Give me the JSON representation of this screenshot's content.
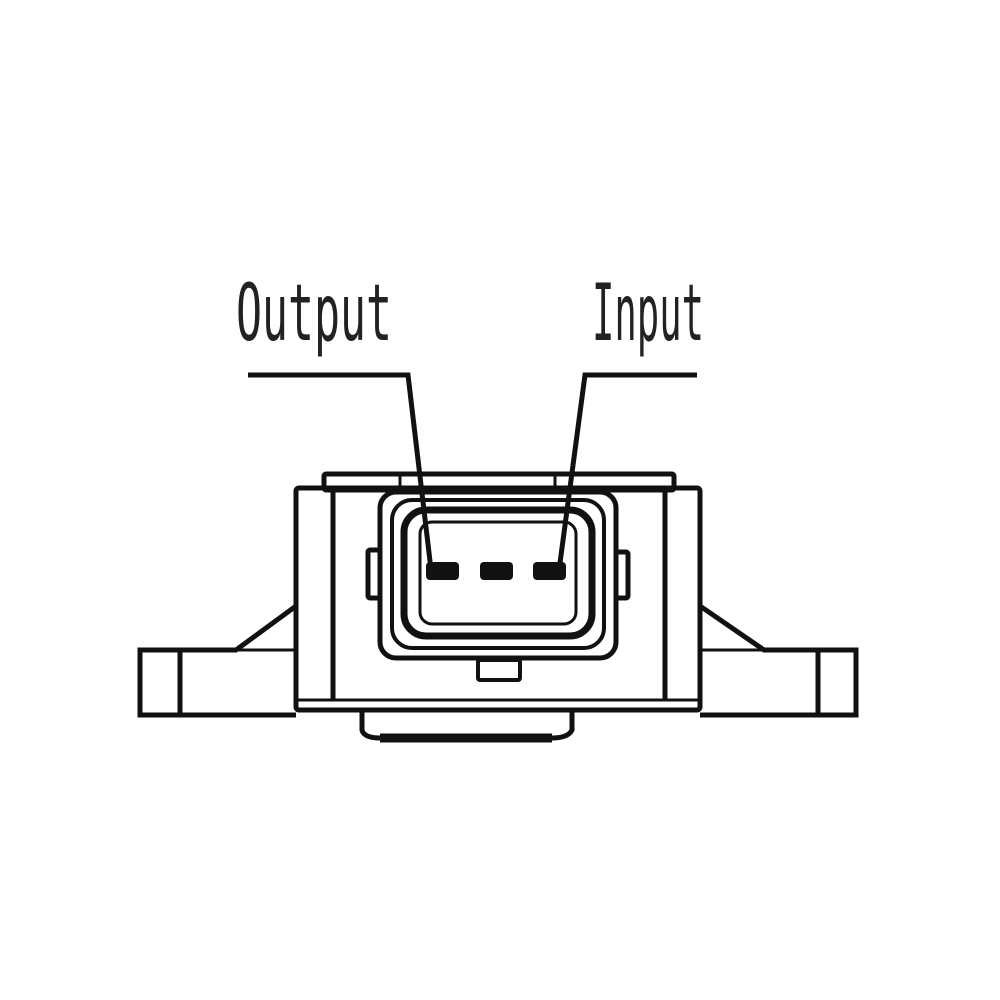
{
  "labels": {
    "output": "Output",
    "input": "Input"
  },
  "colors": {
    "line": "#111111",
    "text": "#222222",
    "background": "#ffffff"
  },
  "connector": {
    "pin_count": 3
  }
}
